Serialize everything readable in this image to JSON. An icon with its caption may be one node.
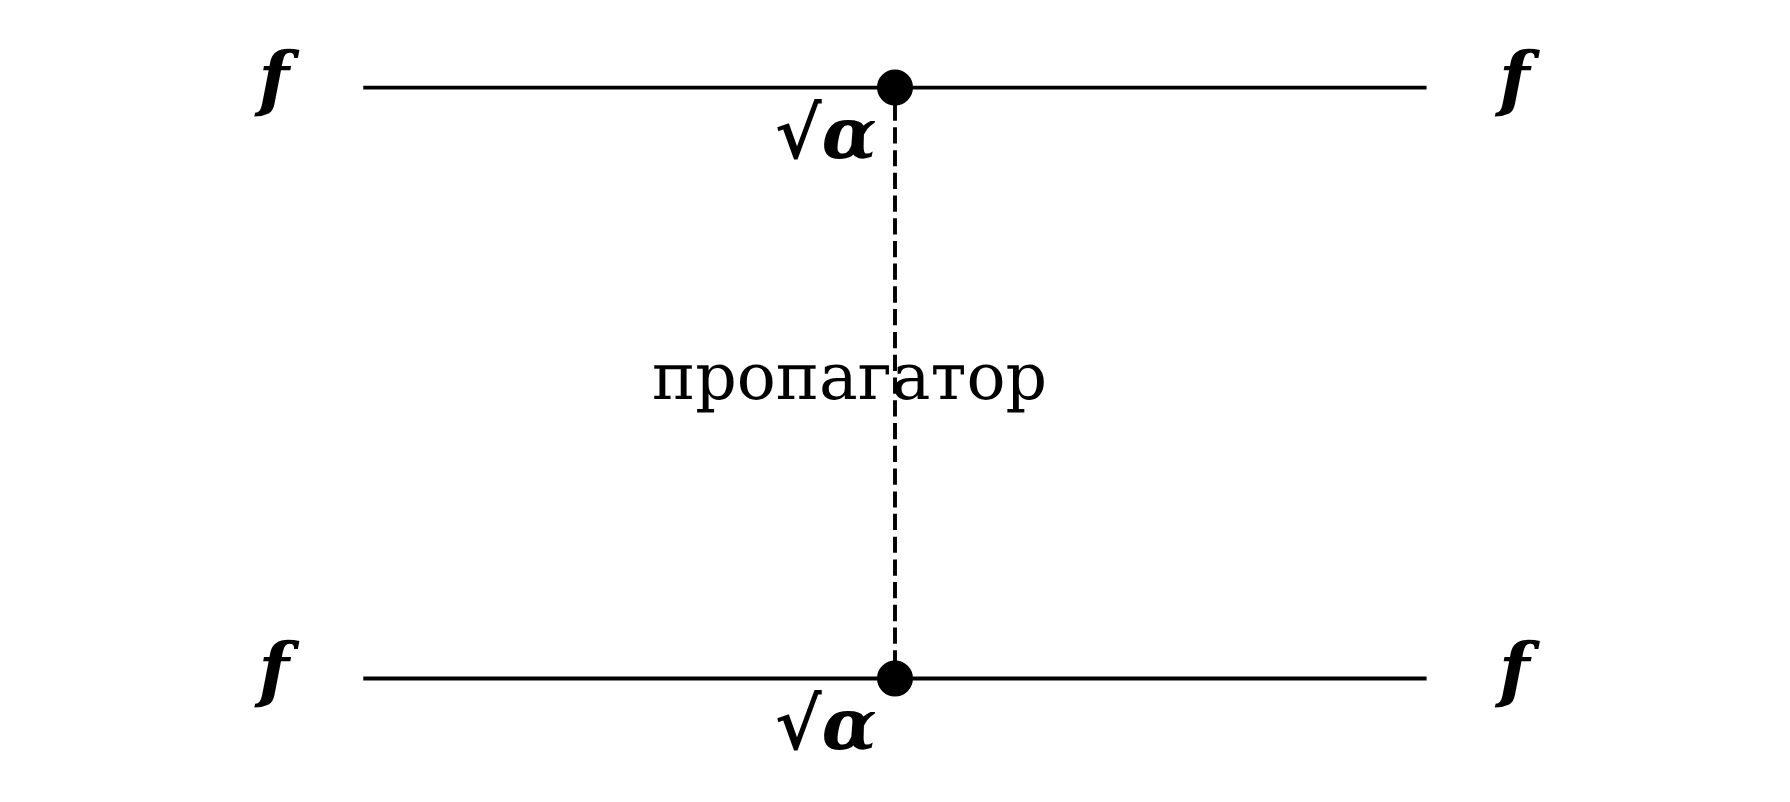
{
  "diagram": {
    "nodes": [
      {
        "text": [
          "f"
        ]
      },
      {
        "text": [],
        "shape": "circle",
        "beside": [
          "√α"
        ]
      },
      {
        "text": [
          "f"
        ]
      },
      {
        "text": [
          "f"
        ]
      },
      {
        "text": [],
        "shape": "circle",
        "beside": [
          "√α"
        ]
      },
      {
        "text": [
          "f"
        ]
      }
    ],
    "edges": [
      {
        "from": 0,
        "to": 1,
        "arrow": "none"
      },
      {
        "from": 1,
        "to": 2,
        "arrow": "none"
      },
      {
        "from": 3,
        "to": 4,
        "arrow": "none"
      },
      {
        "from": 4,
        "to": 5,
        "arrow": "none"
      },
      {
        "from": 1,
        "to": 4,
        "arrow": "none",
        "style": "dashed",
        "label": "пропагатор"
      }
    ]
  }
}
